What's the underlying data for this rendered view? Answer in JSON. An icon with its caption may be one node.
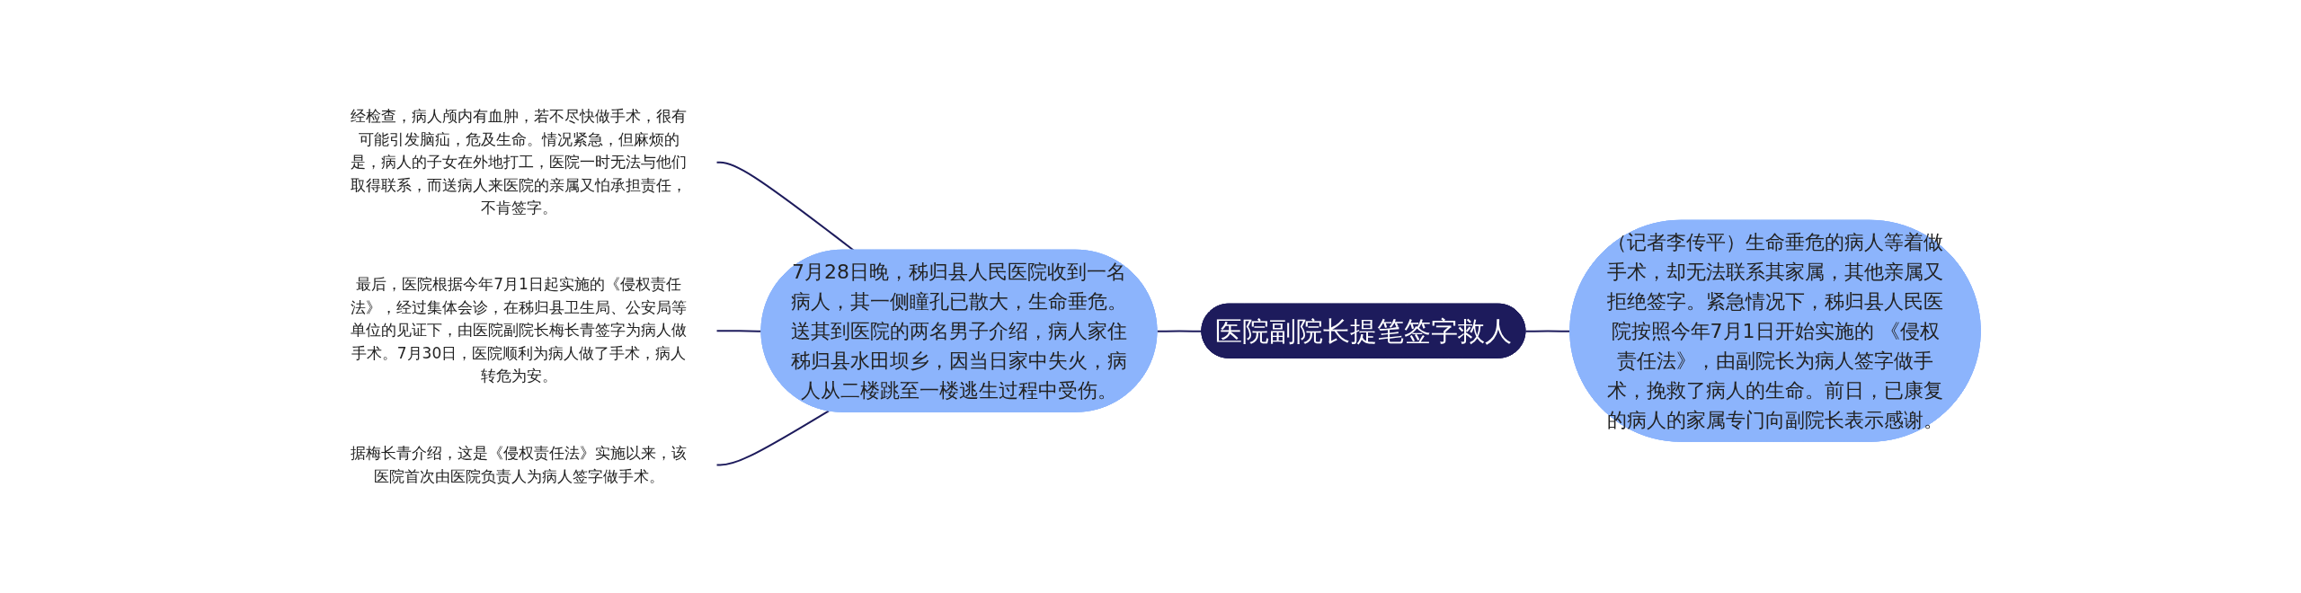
{
  "diagram": {
    "nodes": [
      {
        "text": [
          "医院副院长提笔签字救人"
        ]
      },
      {
        "text": [
          "7月28日晚，秭归县人民医院收到一名病人，其一侧瞳孔已散大，生命垂危。送其到医院的两名男子介绍，病人家住秭归县水田坝乡，因当日家中失火，病人从二楼跳至一楼逃生过程中受伤。"
        ]
      },
      {
        "text": [
          "（记者李传平）生命垂危的病人等着做手术，却无法联系其家属，其他亲属又拒绝签字。紧急情况下，秭归县人民医院按照今年7月1日开始实施的 《侵权责任法》，由副院长为病人签字做手术，挽救了病人的生命。前日，已康复的病人的家属专门向副院长表示感谢。"
        ]
      },
      {
        "text": [
          "经检查，病人颅内有血肿，若不尽快做手术，很有可能引发脑疝，危及生命。情况紧急，但麻烦的是，病人的子女在外地打工，医院一时无法与他们取得联系，而送病人来医院的亲属又怕承担责任，不肯签字。"
        ]
      },
      {
        "text": [
          "最后，医院根据今年7月1日起实施的《侵权责任法》，经过集体会诊，在秭归县卫生局、公安局等单位的见证下，由医院副院长梅长青签字为病人做手术。7月30日，医院顺利为病人做了手术，病人转危为安。"
        ]
      },
      {
        "text": [
          "据梅长青介绍，这是《侵权责任法》实施以来，该医院首次由医院负责人为病人签字做手术。"
        ]
      }
    ],
    "edges": [
      {
        "from": 1,
        "to": 0,
        "arrow": "none"
      },
      {
        "from": 0,
        "to": 2,
        "arrow": "none"
      },
      {
        "from": 3,
        "to": 1,
        "arrow": "none"
      },
      {
        "from": 4,
        "to": 1,
        "arrow": "none"
      },
      {
        "from": 5,
        "to": 1,
        "arrow": "none"
      }
    ]
  }
}
